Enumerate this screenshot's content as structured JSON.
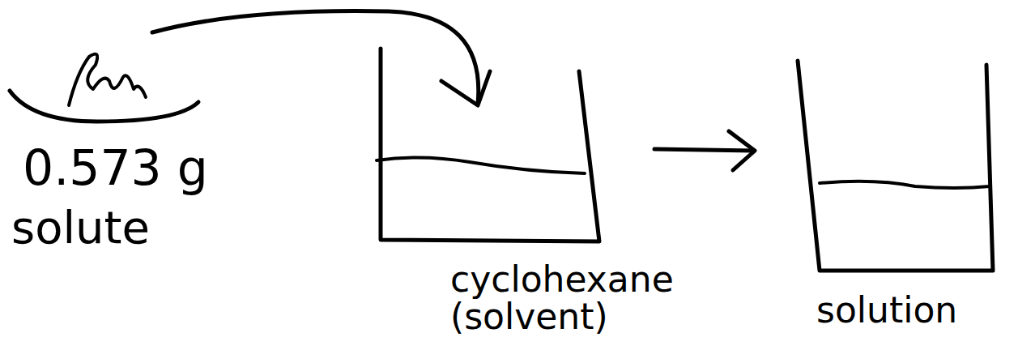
{
  "diagram": {
    "labels": [
      "0.573 g",
      "solute",
      "cyclohexane (solvent)",
      "solution"
    ]
  }
}
